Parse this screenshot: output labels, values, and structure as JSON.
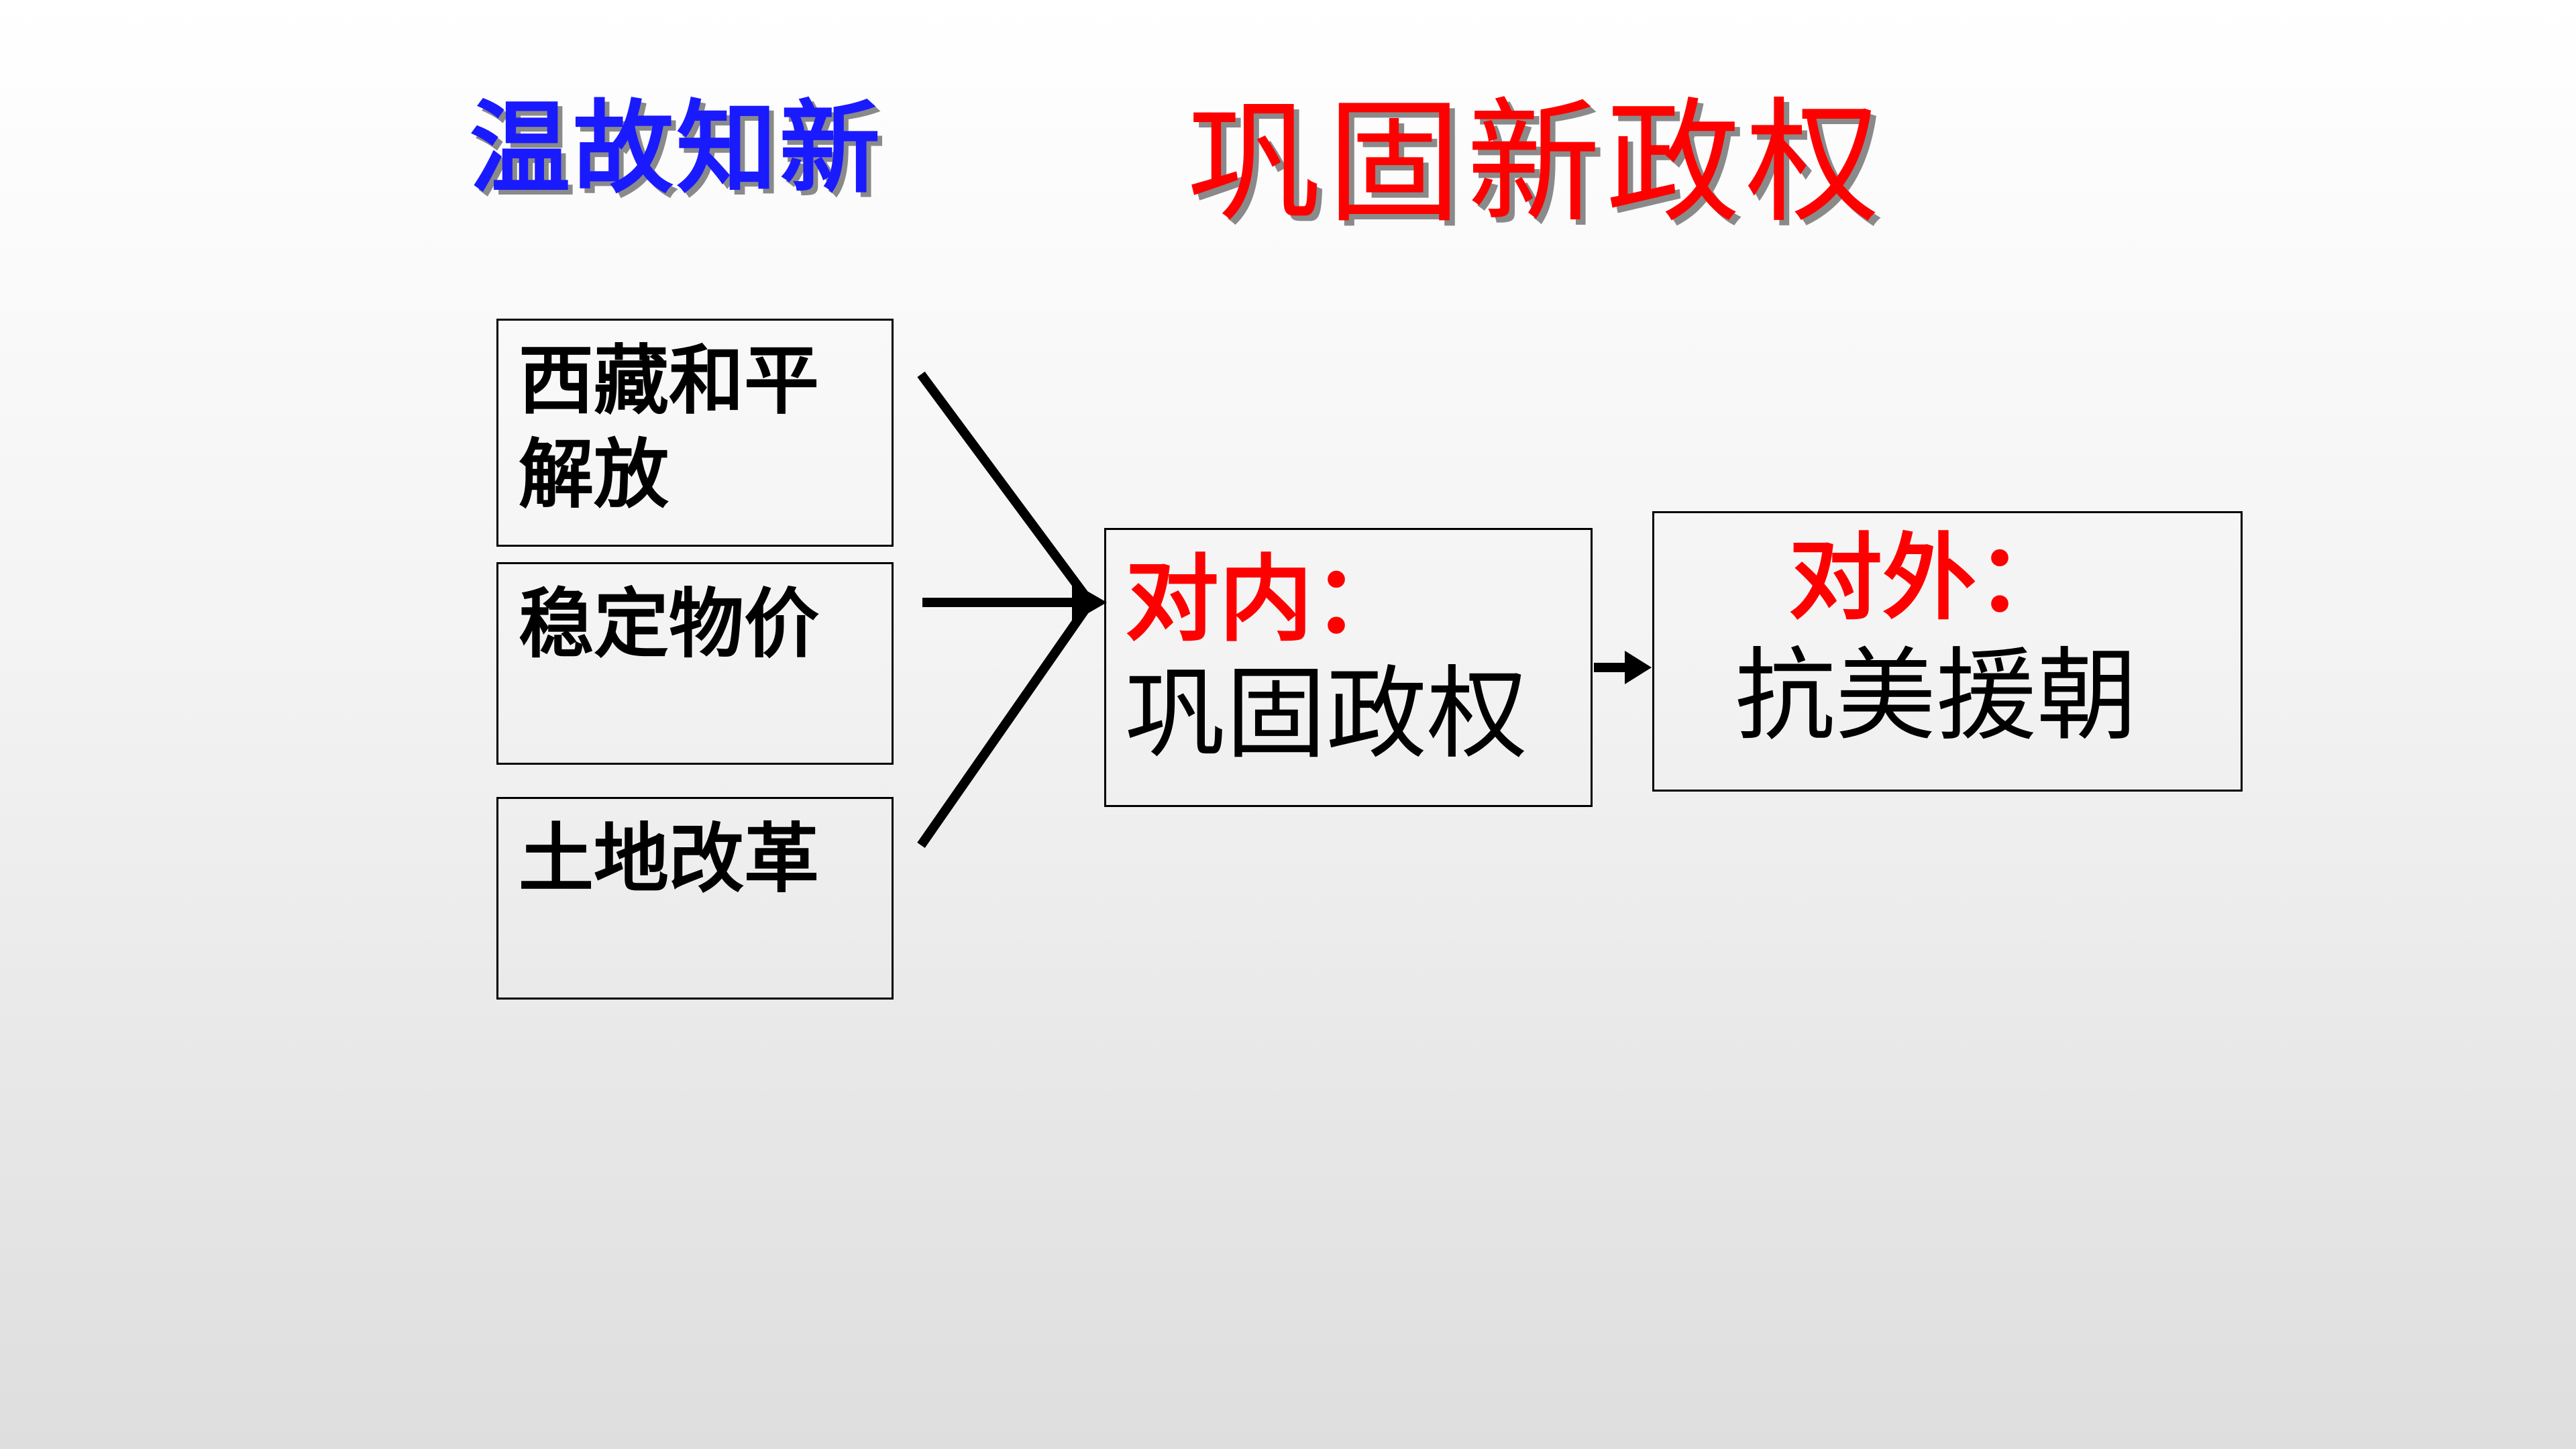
{
  "title": {
    "review": "温故知新",
    "topic": "巩固新政权"
  },
  "causes": [
    {
      "label": "西藏和平解放"
    },
    {
      "label": "稳定物价"
    },
    {
      "label": "土地改革"
    }
  ],
  "domestic": {
    "heading": "对内：",
    "text": "巩固政权"
  },
  "foreign": {
    "heading": "对外：",
    "text": "抗美援朝"
  },
  "colors": {
    "review_title": "#1a1aff",
    "topic_title": "#ff0000",
    "heading": "#ff0000",
    "text": "#000000"
  }
}
